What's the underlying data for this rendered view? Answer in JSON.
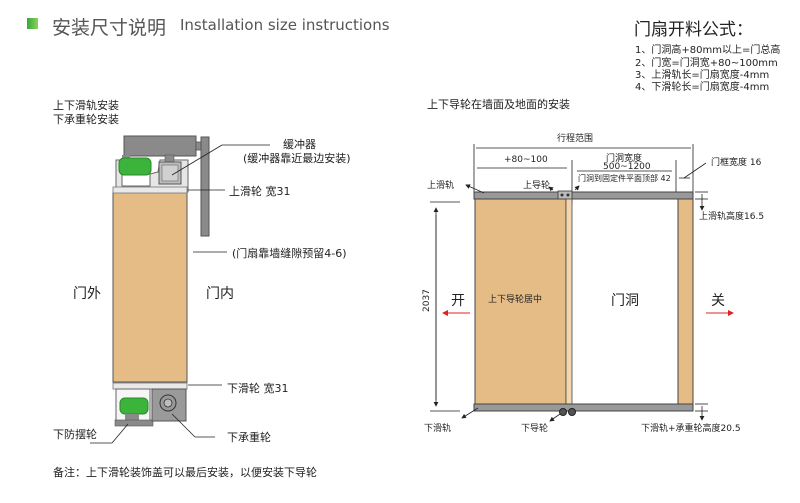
{
  "header": {
    "title_cn": "安装尺寸说明",
    "title_en": "Installation size instructions",
    "accent_color": "#5cbf3c"
  },
  "formula": {
    "title": "门扇开料公式：",
    "items": [
      "1、门洞高+80mm以上=门总高",
      "2、门宽=门洞宽+80~100mm",
      "3、上滑轨长=门扇宽度-4mm",
      "4、下滑轮长=门扇宽度-4mm"
    ]
  },
  "left_diagram": {
    "title_line1": "上下滑轨安装",
    "title_line2": "下承重轮安装",
    "buffer_label": "缓冲器",
    "buffer_note": "(缓冲器靠近最边安装)",
    "top_wheel_label": "上滑轮 宽31",
    "gap_note": "(门扇靠墙缝隙预留4-6)",
    "outside_label": "门外",
    "inside_label": "门内",
    "bottom_wheel_label": "下滑轮 宽31",
    "anti_swing_label": "下防摆轮",
    "load_wheel_label": "下承重轮",
    "footnote": "备注：上下滑轮装饰盖可以最后安装，以便安装下导轮"
  },
  "right_diagram": {
    "title": "上下导轮在墙面及地面的安装",
    "travel_range": "行程范围",
    "overlap": "+80~100",
    "opening_width_label": "门洞宽度",
    "opening_width_value": "500~1200",
    "top_offset_note": "门洞到固定件平面顶部 42",
    "frame_width": "门框宽度 16",
    "top_rail_label": "上滑轨",
    "top_guide_label": "上导轮",
    "top_rail_height": "上滑轨高度16.5",
    "height_value": "2037",
    "open_label": "开",
    "close_label": "关",
    "center_note": "上下导轮居中",
    "opening_label": "门洞",
    "bottom_rail_label": "下滑轨",
    "bottom_guide_label": "下导轮",
    "bottom_height": "下滑轨+承重轮高度20.5",
    "arrow_color": "#e02020",
    "door_color": "#e6bc86"
  }
}
